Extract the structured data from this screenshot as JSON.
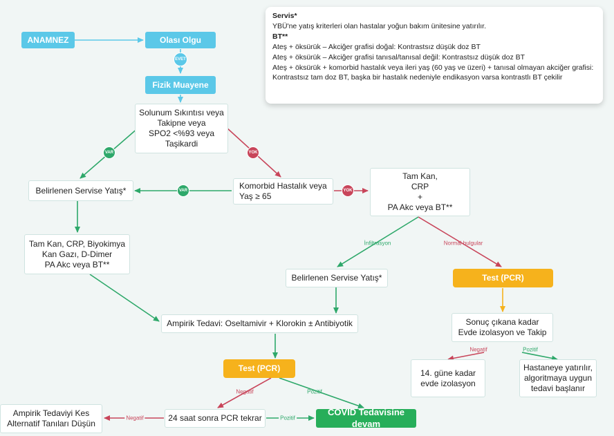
{
  "info": {
    "servis_title": "Servis*",
    "servis_text": "YBÜ'ne yatış kriterleri olan hastalar yoğun bakım ünitesine yatırılır.",
    "bt_title": "BT**",
    "bt_line1": "Ateş + öksürük – Akciğer grafisi doğal: Kontrastsız düşük doz BT",
    "bt_line2": "Ateş + öksürük – Akciğer grafisi tanısal/tanısal değil: Kontrastsız düşük doz BT",
    "bt_line3": "Ateş + öksürük + komorbid hastalık veya ileri yaş (60 yaş ve üzeri) + tanısal olmayan akciğer grafisi: Kontrastsız tam doz BT, başka bir hastalık nedeniyle endikasyon varsa kontrastlı BT çekilir"
  },
  "nodes": {
    "anamnez": "ANAMNEZ",
    "olasi_olgu": "Olası Olgu",
    "fizik_muayene": "Fizik Muayene",
    "solunum": "Solunum Sıkıntısı veya\nTakipne veya\nSPO2 <%93 veya\nTaşikardi",
    "servis_yatis_left": "Belirlenen Servise Yatış*",
    "komorbid": "Komorbid Hastalık veya\nYaş ≥ 65",
    "tamkan_right": "Tam Kan,\nCRP\n+\nPA Akc veya BT**",
    "tamkan_left": "Tam Kan, CRP, Biyokimya\nKan Gazı, D-Dimer\nPA Akc veya BT**",
    "servis_yatis_mid": "Belirlenen Servise Yatış*",
    "test_pcr_right": "Test (PCR)",
    "sonuc": "Sonuç çıkana kadar\nEvde izolasyon ve Takip",
    "ampirik": "Ampirik Tedavi: Oseltamivir + Klorokin ± Antibiyotik",
    "gun14": "14. güne kadar\nevde izolasyon",
    "hastaneye": "Hastaneye yatırılır,\nalgoritmaya uygun\ntedavi başlanır",
    "test_pcr_mid": "Test (PCR)",
    "ampirik_kes": "Ampirik Tedaviyi Kes\nAlternatif Tanıları Düşün",
    "saat24": "24 saat sonra PCR tekrar",
    "covid": "COVID Tedavisine devam"
  },
  "badges": {
    "evet": "EVET",
    "var1": "VAR",
    "yok1": "YOK",
    "var2": "VAR",
    "yok2": "YOK"
  },
  "edge_labels": {
    "infiltrasyon": "İnfiltrasyon",
    "normal_bulgular": "Normal bulgular",
    "negatif_right": "Negatif",
    "pozitif_right": "Pozitif",
    "negatif_mid": "Negatif",
    "pozitif_mid": "Pozitif",
    "negatif_bottom": "Negatif",
    "pozitif_bottom": "Pozitif"
  },
  "colors": {
    "blue": "#5bc8e8",
    "green": "#2ea86a",
    "red": "#c8455a",
    "orange": "#f6b21c",
    "covid_green": "#27ae5a"
  }
}
